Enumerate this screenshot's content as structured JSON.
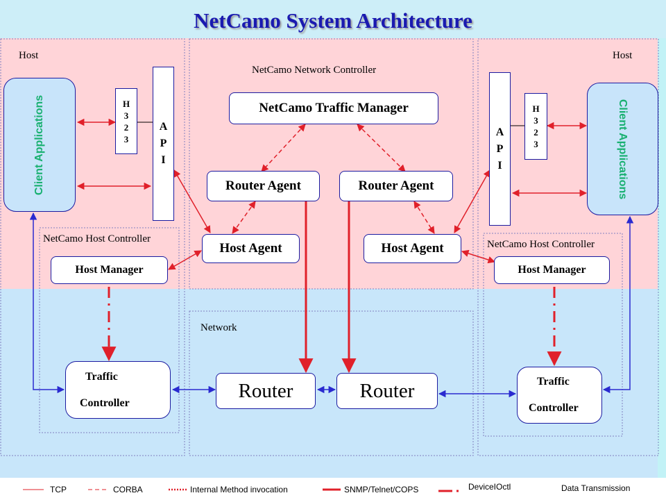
{
  "title": "NetCamo  System  Architecture",
  "regions": {
    "host_left": "Host",
    "host_right": "Host",
    "network_controller": "NetCamo Network Controller",
    "host_controller_left": "NetCamo Host Controller",
    "host_controller_right": "NetCamo Host Controller",
    "network": "Network"
  },
  "nodes": {
    "traffic_manager": "NetCamo Traffic Manager",
    "router_agent_left": "Router Agent",
    "router_agent_right": "Router Agent",
    "host_agent_left": "Host Agent",
    "host_agent_right": "Host Agent",
    "host_manager_left": "Host Manager",
    "host_manager_right": "Host Manager",
    "client_left": "Client Applications",
    "client_right": "Client Applications",
    "h323": [
      "H",
      "3",
      "2",
      "3"
    ],
    "api": [
      "A",
      "P",
      "I"
    ],
    "traffic_controller_line1": "Traffic",
    "traffic_controller_line2": "Controller",
    "router": "Router"
  },
  "legend": {
    "tcp": "TCP",
    "corba": "CORBA",
    "internal": "Internal  Method invocation",
    "snmp": "SNMP/Telnet/COPS",
    "ioctl": "DeviceIOctl",
    "data": "Data Transmission"
  },
  "colors": {
    "top_band": "#ffd4d8",
    "bottom_band": "#c8e6fa",
    "title": "#1a1ab0",
    "client_text": "#18b070",
    "arrow_red": "#e0202a",
    "arrow_blue": "#2a2ad0",
    "box_border": "#1a1aa0"
  }
}
